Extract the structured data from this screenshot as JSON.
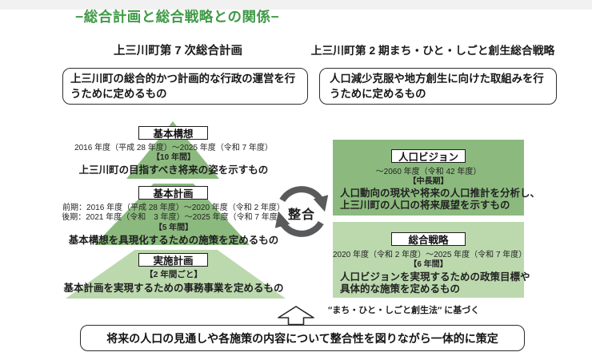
{
  "page": {
    "title": "−総合計画と総合戦略との関係−"
  },
  "colors": {
    "title_green": "#3f9a47",
    "green_medium": "#8cba7e",
    "green_light": "#bcd9ae",
    "sync_gray": "#595a5c"
  },
  "left_column": {
    "header": "上三川町第 7 次総合計画",
    "purpose": "上三川町の総合的かつ計画的な行政の運営を行うために定めるもの",
    "pyramid": {
      "tiers": [
        {
          "label": "基本構想",
          "period": "2016 年度（平成 28 年度）～2025 年度（令和 7 年度）",
          "duration": "【10 年間】",
          "description": "上三川町の目指すべき将来の姿を示すもの"
        },
        {
          "label": "基本計画",
          "period_first": "前期：2016 年度（平成 28 年度）～2020 年度（令和 2 年度）",
          "period_second": "後期：2021 年度（令和　3 年度）～2025 年度（令和 7 年度）",
          "duration": "【5 年間】",
          "description": "基本構想を具現化するための施策を定めるもの"
        },
        {
          "label": "実施計画",
          "duration": "【2 年間ごと】",
          "description": "基本計画を実現するための事務事業を定めるもの"
        }
      ]
    }
  },
  "center": {
    "sync_label": "整合"
  },
  "right_column": {
    "header": "上三川町第 2 期まち・ひと・しごと創生総合戦略",
    "purpose": "人口減少克服や地方創生に向けた取組みを行うために定めるもの",
    "boxes": [
      {
        "label": "人口ビジョン",
        "period": "～2060 年度（令和 42 年度）",
        "duration": "【中長期】",
        "description_line1": "人口動向の現状や将来の人口推計を分析し、",
        "description_line2": "上三川町の人口の将来展望を示すもの"
      },
      {
        "label": "総合戦略",
        "period": "2020 年度（令和 2 年度）～2025 年度（令和 7 年度）",
        "duration": "【6 年間】",
        "description_line1": "人口ビジョンを実現するための政策目標や",
        "description_line2": "具体的な施策を定めるもの"
      }
    ],
    "legal_note": "″まち・ひと・しごと創生法″ に基づく"
  },
  "bottom": {
    "statement": "将来の人口の見通しや各施策の内容について整合性を図りながら一体的に策定"
  }
}
